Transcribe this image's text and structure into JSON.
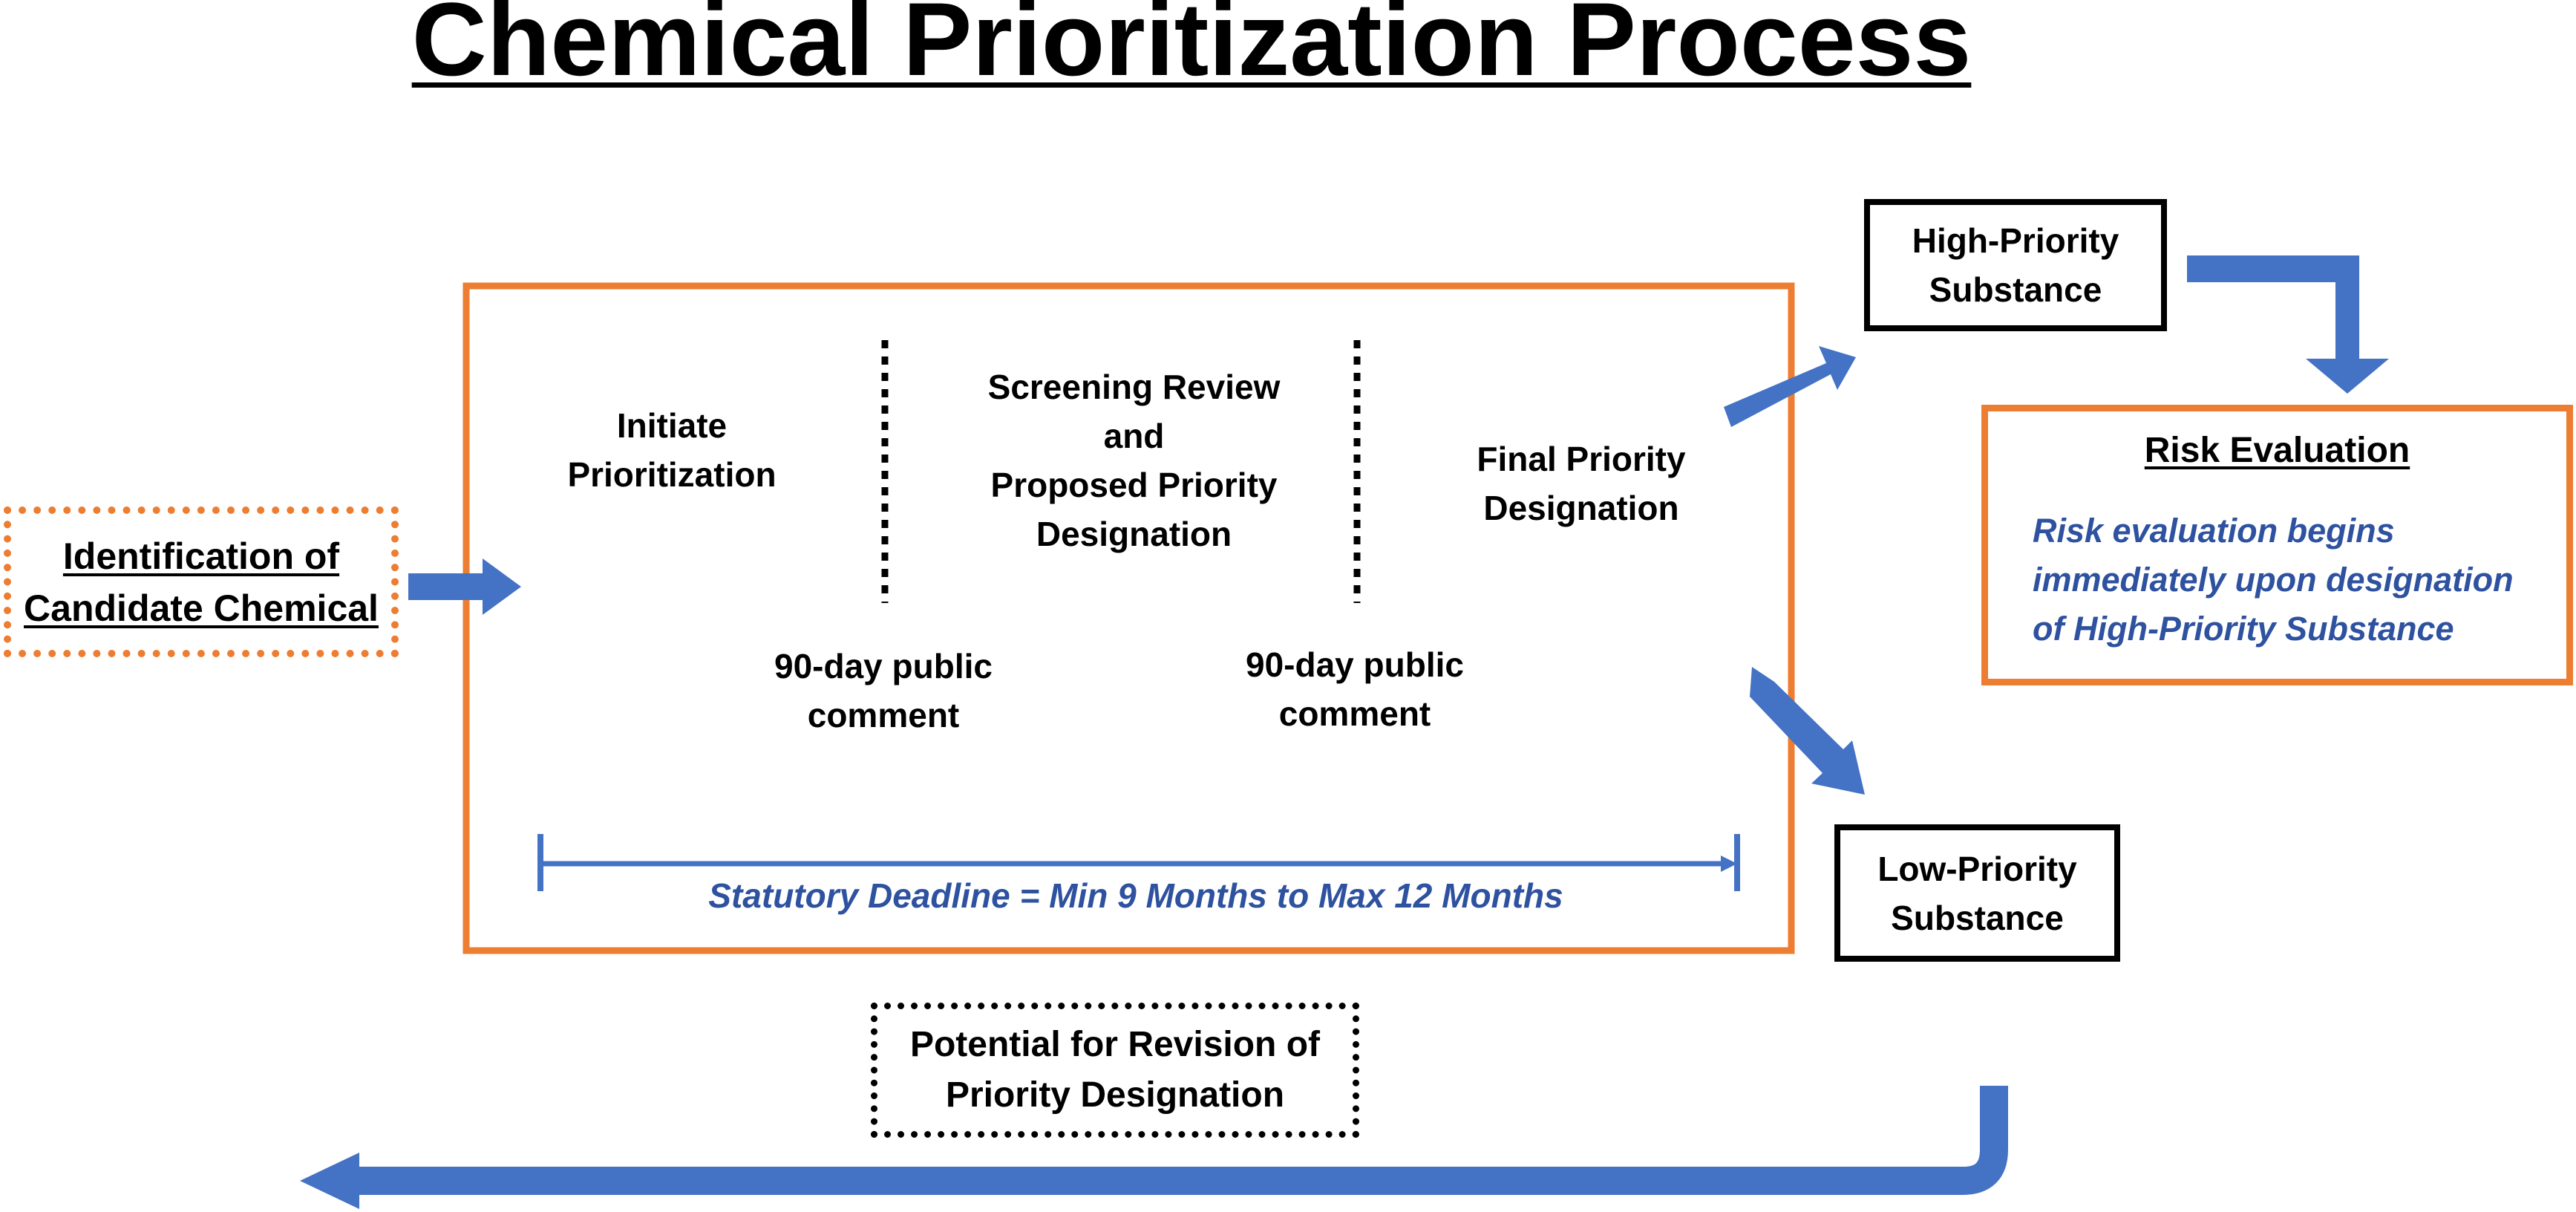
{
  "title": "Chemical Prioritization Process",
  "candidate": "Identification of\nCandidate Chemical",
  "initiate": "Initiate\nPrioritization",
  "screening": "Screening Review\nand\nProposed Priority\nDesignation",
  "final": "Final Priority\nDesignation",
  "comment_1": "90-day public\ncomment",
  "comment_2": "90-day public\ncomment",
  "deadline": "Statutory Deadline = Min 9 Months to Max 12 Months",
  "high": "High-Priority\nSubstance",
  "low": "Low-Priority\nSubstance",
  "risk_title": "Risk Evaluation",
  "risk_text": "Risk evaluation begins\nimmediately upon designation\nof High-Priority Substance",
  "revision": "Potential for Revision of\nPriority Designation",
  "colors": {
    "orange": "#ED7D31",
    "blue": "#4472C4",
    "blue_text": "#2E52A0"
  }
}
